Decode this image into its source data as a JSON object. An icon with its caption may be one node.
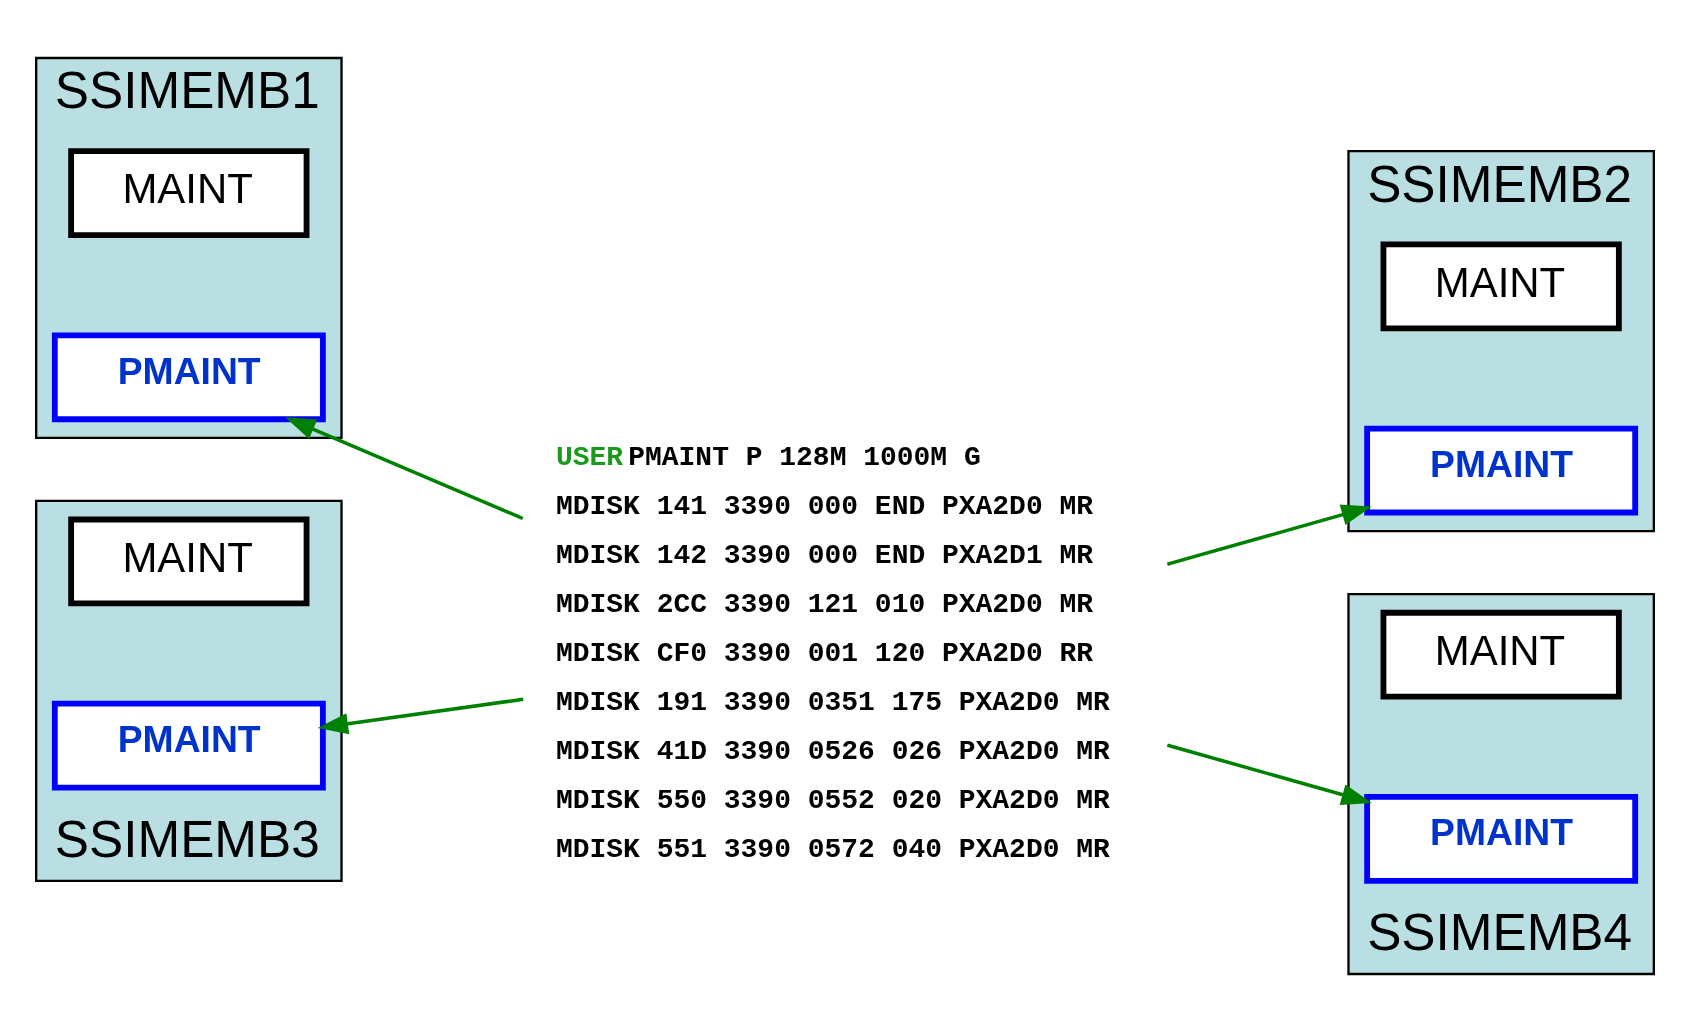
{
  "diagram": {
    "nodes": [
      {
        "text": [
          "SSIMEMB1"
        ]
      },
      {
        "text": [
          "MAINT"
        ],
        "in": 0
      },
      {
        "text": [
          "PMAINT"
        ],
        "in": 0
      },
      {
        "text": [
          "SSIMEMB2"
        ]
      },
      {
        "text": [
          "MAINT"
        ],
        "in": 3
      },
      {
        "text": [
          "PMAINT"
        ],
        "in": 3
      },
      {
        "text": [
          "USER PMAINT P 128M 1000M G",
          "MDISK 141 3390 000 END PXA2D0 MR",
          "MDISK 142 3390 000 END PXA2D1 MR",
          "MDISK 2CC 3390 121 010 PXA2D0 MR",
          "MDISK CF0 3390 001 120 PXA2D0 RR",
          "MDISK 191 3390 0351 175 PXA2D0 MR",
          "MDISK 41D 3390 0526 026 PXA2D0 MR",
          "MDISK 550 3390 0552 020 PXA2D0 MR",
          "MDISK 551 3390 0572 040 PXA2D0 MR"
        ]
      },
      {
        "text": [
          "SSIMEMB3"
        ]
      },
      {
        "text": [
          "MAINT"
        ],
        "in": 7
      },
      {
        "text": [
          "PMAINT"
        ],
        "in": 7
      },
      {
        "text": [
          "SSIMEMB4"
        ]
      },
      {
        "text": [
          "MAINT"
        ],
        "in": 10
      },
      {
        "text": [
          "PMAINT"
        ],
        "in": 10
      }
    ],
    "edges": [
      {
        "from": 6,
        "to": 2,
        "arrow": "to"
      },
      {
        "from": 6,
        "to": 5,
        "arrow": "to"
      },
      {
        "from": 6,
        "to": 9,
        "arrow": "to"
      },
      {
        "from": 6,
        "to": 12,
        "arrow": "to"
      }
    ]
  }
}
